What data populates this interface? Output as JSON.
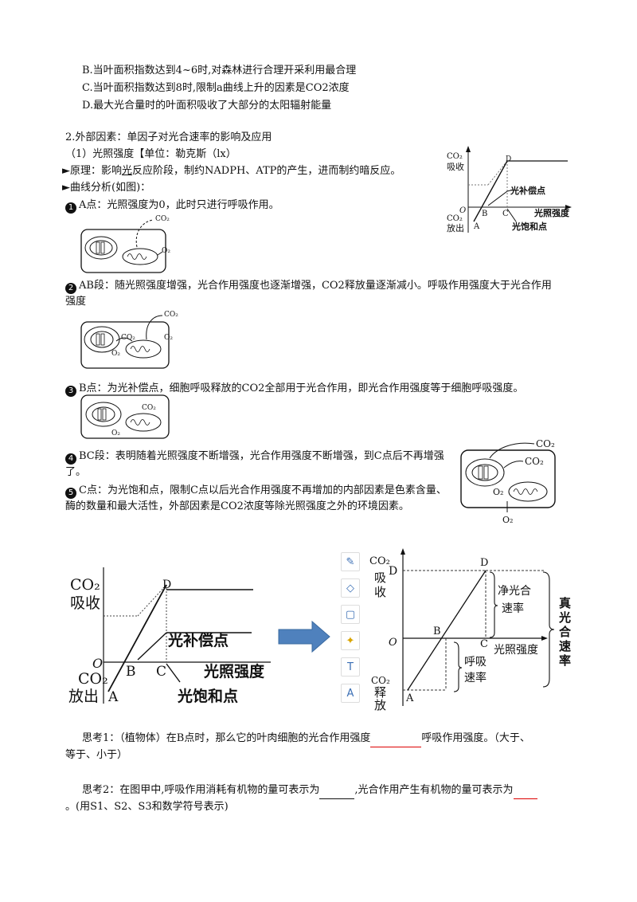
{
  "options": {
    "b": "B.当叶面积指数达到4~6时,对森林进行合理开采利用最合理",
    "c": "C.当叶面积指数达到8时,限制a曲线上升的因素是CO2浓度",
    "d": "D.最大光合量时的叶面积吸收了大部分的太阳辐射能量"
  },
  "section": {
    "heading": "2.外部因素：单因子对光合速率的影响及应用",
    "sub": "（1）光照强度【单位：勒克斯（lx）",
    "principle_prefix": "►原理：影响",
    "principle_key": "光",
    "principle_suffix": "反应阶段，制约NADPH、ATP的产生，进而制约暗反应。",
    "curve": "►曲线分析(如图)："
  },
  "points": {
    "a_num": "1",
    "a": "A点：光照强度为0，此时只进行呼吸作用。",
    "ab_num": "2",
    "ab": "AB段：随光照强度增强，光合作用强度也逐渐增强，CO2释放量逐渐减小。呼吸作用强度大于光合作用强度",
    "b_num": "3",
    "b": "B点：为光补偿点，细胞呼吸释放的CO2全部用于光合作用，即光合作用强度等于细胞呼吸强度。",
    "bc_num": "4",
    "bc": "BC段：表明随着光照强度不断增强，光合作用强度不断增强，到C点后不再增强了。",
    "c_num": "5",
    "c": "C点：为光饱和点，限制C点以后光合作用强度不再增加的内部因素是色素含量、酶的数量和最大活性，外部因素是CO2浓度等除光照强度之外的环境因素。"
  },
  "small_chart": {
    "y_top": "CO₂",
    "y_top2": "吸收",
    "y_bot": "CO₂",
    "y_bot2": "放出",
    "o": "O",
    "a": "A",
    "b": "B",
    "c": "C",
    "d": "D",
    "comp": "光补偿点",
    "xlabel": "光照强度",
    "sat": "光饱和点"
  },
  "cells": {
    "co2": "CO₂",
    "o2": "O₂"
  },
  "big_left": {
    "y_top": "CO₂",
    "y_top2": "吸收",
    "y_bot": "CO₂",
    "y_bot2": "放出",
    "o": "O",
    "a": "A",
    "b": "B",
    "c": "C",
    "d": "D",
    "comp": "光补偿点",
    "xlabel": "光照强度",
    "sat": "光饱和点"
  },
  "big_right": {
    "y_top": "CO₂",
    "y_top2": "吸",
    "y_top3": "收",
    "y_bot": "CO₂",
    "y_bot2": "释",
    "y_bot3": "放",
    "o": "O",
    "d_axis": "D",
    "a_axis": "A",
    "b": "B",
    "c": "C",
    "d": "D",
    "net1": "净光合",
    "net2": "速率",
    "real1": "真",
    "real2": "光",
    "real3": "合",
    "real4": "速",
    "real5": "率",
    "resp1": "呼吸",
    "resp2": "速率",
    "xlabel": "光照强度"
  },
  "toolbar": [
    "pen-icon",
    "eraser-icon",
    "frame-icon",
    "bulb-icon",
    "textbox-icon",
    "text-style-icon"
  ],
  "think": {
    "q1_pre": "思考1：（植物体）在B点时，那么它的叶肉细胞的光合作用强度",
    "q1_post": "呼吸作用强度。（大于、",
    "q1_line2": "等于、小于）",
    "q2_pre": "思考2：在图甲中,呼吸作用消耗有机物的量可表示为",
    "q2_mid": ",光合作用产生有机物的量可表示为",
    "q2_line2": "。(用S1、S2、S3和数学符号表示)"
  },
  "colors": {
    "accent": "#3b6fb5",
    "blank_red": "#dd0000"
  }
}
